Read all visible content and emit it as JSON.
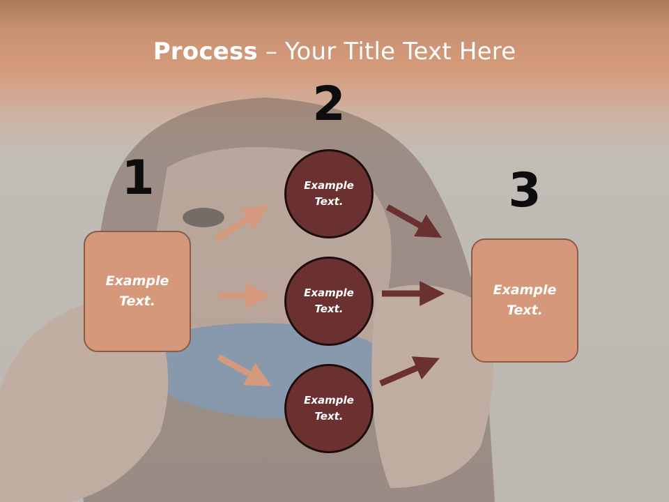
{
  "slide": {
    "title_bold": "Process",
    "title_rest": " – Your Title Text Here"
  },
  "steps": {
    "number_1": "1",
    "number_2": "2",
    "number_3": "3"
  },
  "boxes": {
    "left_text": "Example\nText.",
    "right_text": "Example\nText."
  },
  "circles": [
    {
      "text": "Example\nText."
    },
    {
      "text": "Example\nText."
    },
    {
      "text": "Example\nText."
    }
  ],
  "colors": {
    "box_fill": "#d6987a",
    "circle_fill": "#6b3131",
    "arrow_light": "#d59a7d",
    "arrow_dark": "#6b3131",
    "header_band": "#c98563"
  }
}
